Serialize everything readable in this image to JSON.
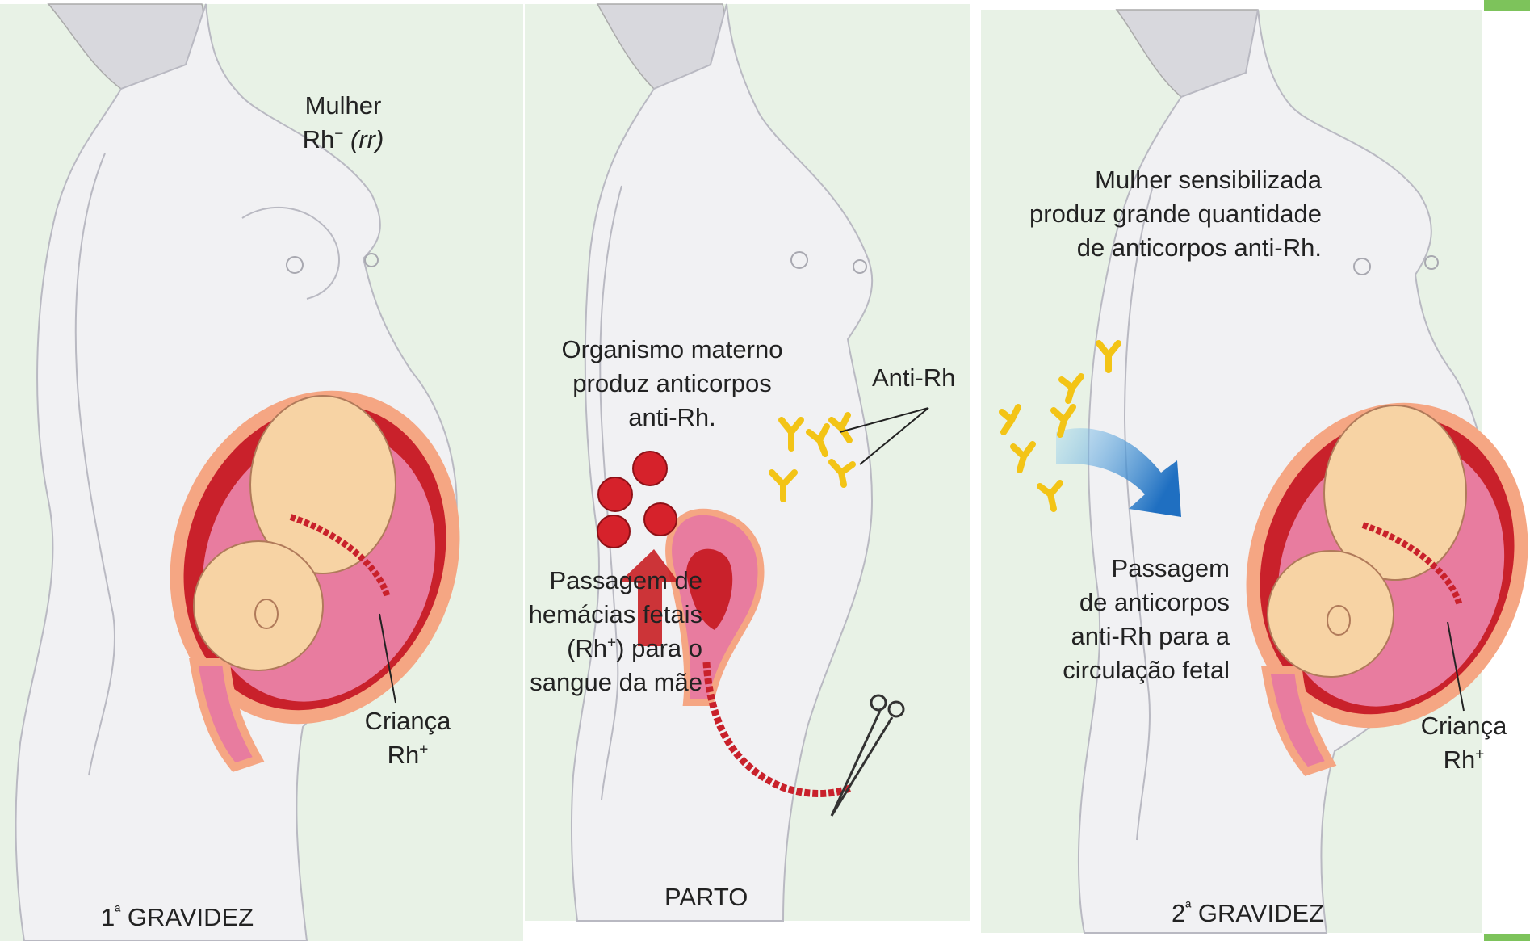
{
  "colors": {
    "panel_background": "#e8f2e6",
    "body_fill": "#f1f1f3",
    "body_stroke": "#b9b9c2",
    "uterus_outer": "#f5a683",
    "uterus_wall": "#c9212b",
    "amniotic_pink": "#e87c9f",
    "fetus_skin": "#f7d3a4",
    "rbc_red": "#d6222b",
    "antibody_yellow": "#f3c416",
    "arrow_blue": "#1f6fc1",
    "arrow_red": "#c81f24",
    "accent_green": "#7dc35b"
  },
  "panels": [
    {
      "caption_prefix": "1",
      "caption_ordinal": "ª",
      "caption_rest": " GRAVIDEZ",
      "woman_label": {
        "line1": "Mulher",
        "line2_base": "Rh",
        "line2_sup": "−",
        "line2_genotype": "(rr)"
      },
      "child_label": {
        "line1": "Criança",
        "line2_base": "Rh",
        "line2_sup": "+"
      }
    },
    {
      "caption": "PARTO",
      "mother_text": [
        "Organismo materno",
        "produz anticorpos",
        "anti-Rh."
      ],
      "antibody_label": "Anti-Rh",
      "passage_text": {
        "line1": "Passagem de",
        "line2": "hemácias fetais",
        "line3_base": "(Rh",
        "line3_sup": "+",
        "line3_rest": ") para o",
        "line4": "sangue da mãe"
      },
      "icons": [
        "red-blood-cell-icon",
        "antibody-icon",
        "scissors-icon",
        "up-arrow-icon"
      ]
    },
    {
      "caption_prefix": "2",
      "caption_ordinal": "ª",
      "caption_rest": " GRAVIDEZ",
      "sensitized_text": [
        "Mulher sensibilizada",
        "produz grande quantidade",
        "de anticorpos anti-Rh."
      ],
      "passage_text": [
        "Passagem",
        "de anticorpos",
        "anti-Rh para a",
        "circulação fetal"
      ],
      "child_label": {
        "line1": "Criança",
        "line2_base": "Rh",
        "line2_sup": "+"
      },
      "icons": [
        "antibody-icon",
        "blue-arrow-icon"
      ]
    }
  ]
}
